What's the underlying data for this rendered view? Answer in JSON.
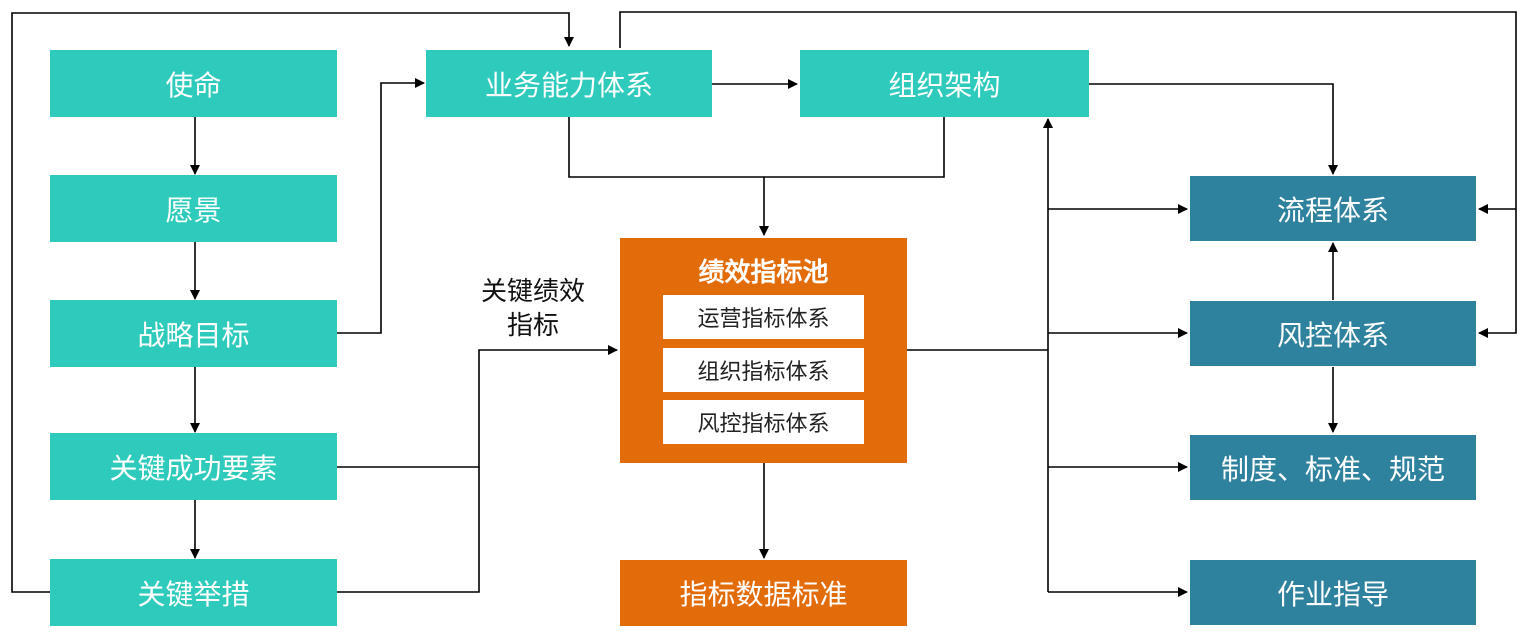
{
  "nodes": {
    "mission": "使命",
    "vision": "愿景",
    "strategic_goals": "战略目标",
    "key_success_factors": "关键成功要素",
    "key_initiatives": "关键举措",
    "business_capability": "业务能力体系",
    "org_structure": "组织架构",
    "process_system": "流程体系",
    "risk_control_system": "风控体系",
    "policies_standards": "制度、标准、规范",
    "operation_guidance": "作业指导",
    "indicator_data_standard": "指标数据标准"
  },
  "kpi_pool": {
    "title": "绩效指标池",
    "items": [
      "运营指标体系",
      "组织指标体系",
      "风控指标体系"
    ]
  },
  "edge_label": {
    "line1": "关键绩效",
    "line2": "指标"
  },
  "colors": {
    "teal": "#2ecbbc",
    "steel_blue": "#2f829d",
    "orange": "#e36c0a",
    "line": "#000000"
  }
}
